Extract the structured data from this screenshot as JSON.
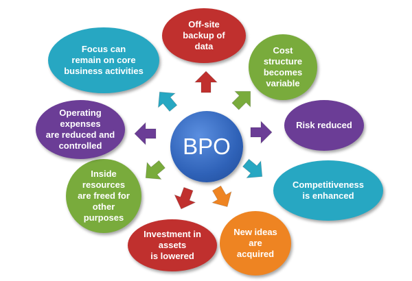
{
  "center": {
    "label": "BPO",
    "color": "#2f62b8"
  },
  "benefits": [
    {
      "id": "offsite-backup",
      "label": "Off-site\nbackup of\ndata",
      "color": "#c0302e",
      "arrow_color": "#c0302e"
    },
    {
      "id": "cost-variable",
      "label": "Cost\nstructure\nbecomes\nvariable",
      "color": "#79ab3c",
      "arrow_color": "#79ab3c"
    },
    {
      "id": "risk-reduced",
      "label": "Risk reduced",
      "color": "#6b3d96",
      "arrow_color": "#6b3d96"
    },
    {
      "id": "competitiveness",
      "label": "Competitiveness\nis enhanced",
      "color": "#27a7c2",
      "arrow_color": "#27a7c2"
    },
    {
      "id": "new-ideas",
      "label": "New ideas\nare\nacquired",
      "color": "#ee8422",
      "arrow_color": "#ee8422"
    },
    {
      "id": "investment-lowered",
      "label": "Investment in\nassets\nis lowered",
      "color": "#c0302e",
      "arrow_color": "#c0302e"
    },
    {
      "id": "resources-freed",
      "label": "Inside\nresources\nare freed for\nother\npurposes",
      "color": "#79ab3c",
      "arrow_color": "#79ab3c"
    },
    {
      "id": "expenses-reduced",
      "label": "Operating\nexpenses\nare reduced and\ncontrolled",
      "color": "#6b3d96",
      "arrow_color": "#6b3d96"
    },
    {
      "id": "focus-core",
      "label": "Focus can\nremain on core\nbusiness activities",
      "color": "#27a7c2",
      "arrow_color": "#27a7c2"
    }
  ]
}
